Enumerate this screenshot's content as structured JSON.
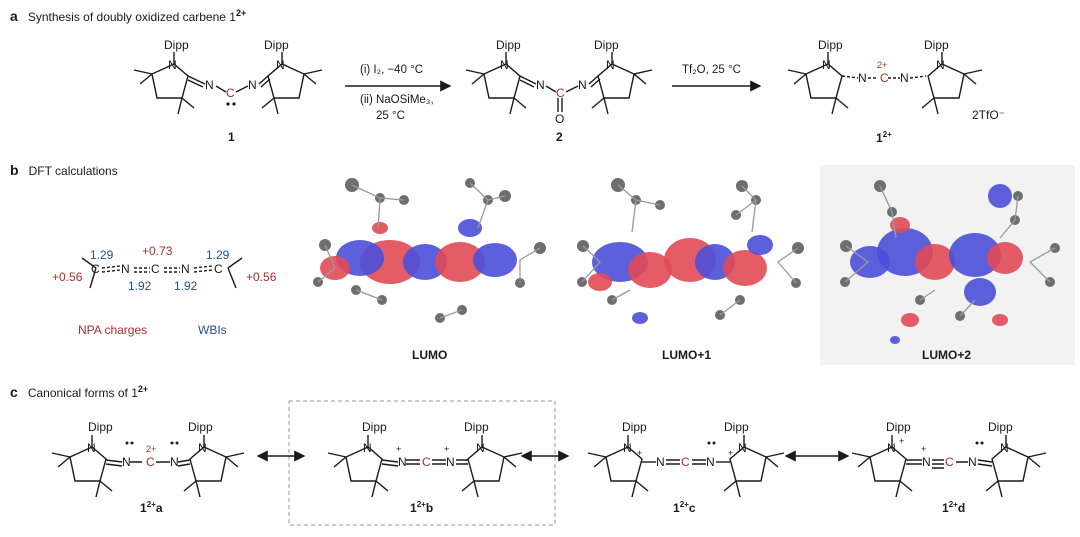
{
  "panels": {
    "a": {
      "letter": "a",
      "title": "Synthesis of doubly oxidized carbene 1",
      "title_sup": "2+"
    },
    "b": {
      "letter": "b",
      "title": "DFT calculations"
    },
    "c": {
      "letter": "c",
      "title": "Canonical forms of 1",
      "title_sup": "2+"
    }
  },
  "atoms": {
    "N": "N",
    "C": "C",
    "O": "O",
    "Dipp": "Dipp",
    "plus": "+",
    "charge2": "2+"
  },
  "synthesis": {
    "step1_line1": "(i) I₂, −40 °C",
    "step1_line2": "(ii) NaOSiMe₃,",
    "step1_line3": "25 °C",
    "step2": "Tf₂O, 25 °C",
    "counterion": "2TfO⁻",
    "compound1": "1",
    "compound2": "2",
    "compound3": "1",
    "compound3_sup": "2+"
  },
  "dft": {
    "npa_label": "NPA charges",
    "wbi_label": "WBIs",
    "npa_left": "+0.56",
    "npa_right": "+0.56",
    "npa_center": "+0.73",
    "wbi_top_left": "1.29",
    "wbi_top_right": "1.29",
    "wbi_bottom_left": "1.92",
    "wbi_bottom_right": "1.92",
    "orbitals": [
      "LUMO",
      "LUMO+1",
      "LUMO+2"
    ]
  },
  "canonical": {
    "forms": [
      {
        "base": "1",
        "sup": "2+",
        "suffix": "a"
      },
      {
        "base": "1",
        "sup": "2+",
        "suffix": "b"
      },
      {
        "base": "1",
        "sup": "2+",
        "suffix": "c"
      },
      {
        "base": "1",
        "sup": "2+",
        "suffix": "d"
      }
    ]
  },
  "colors": {
    "red": "#a8302c",
    "blue": "#2a4f8f",
    "lobe_red": "#e04a55",
    "lobe_blue": "#4b4fd9",
    "atom_grey": "#6e6e6e"
  }
}
